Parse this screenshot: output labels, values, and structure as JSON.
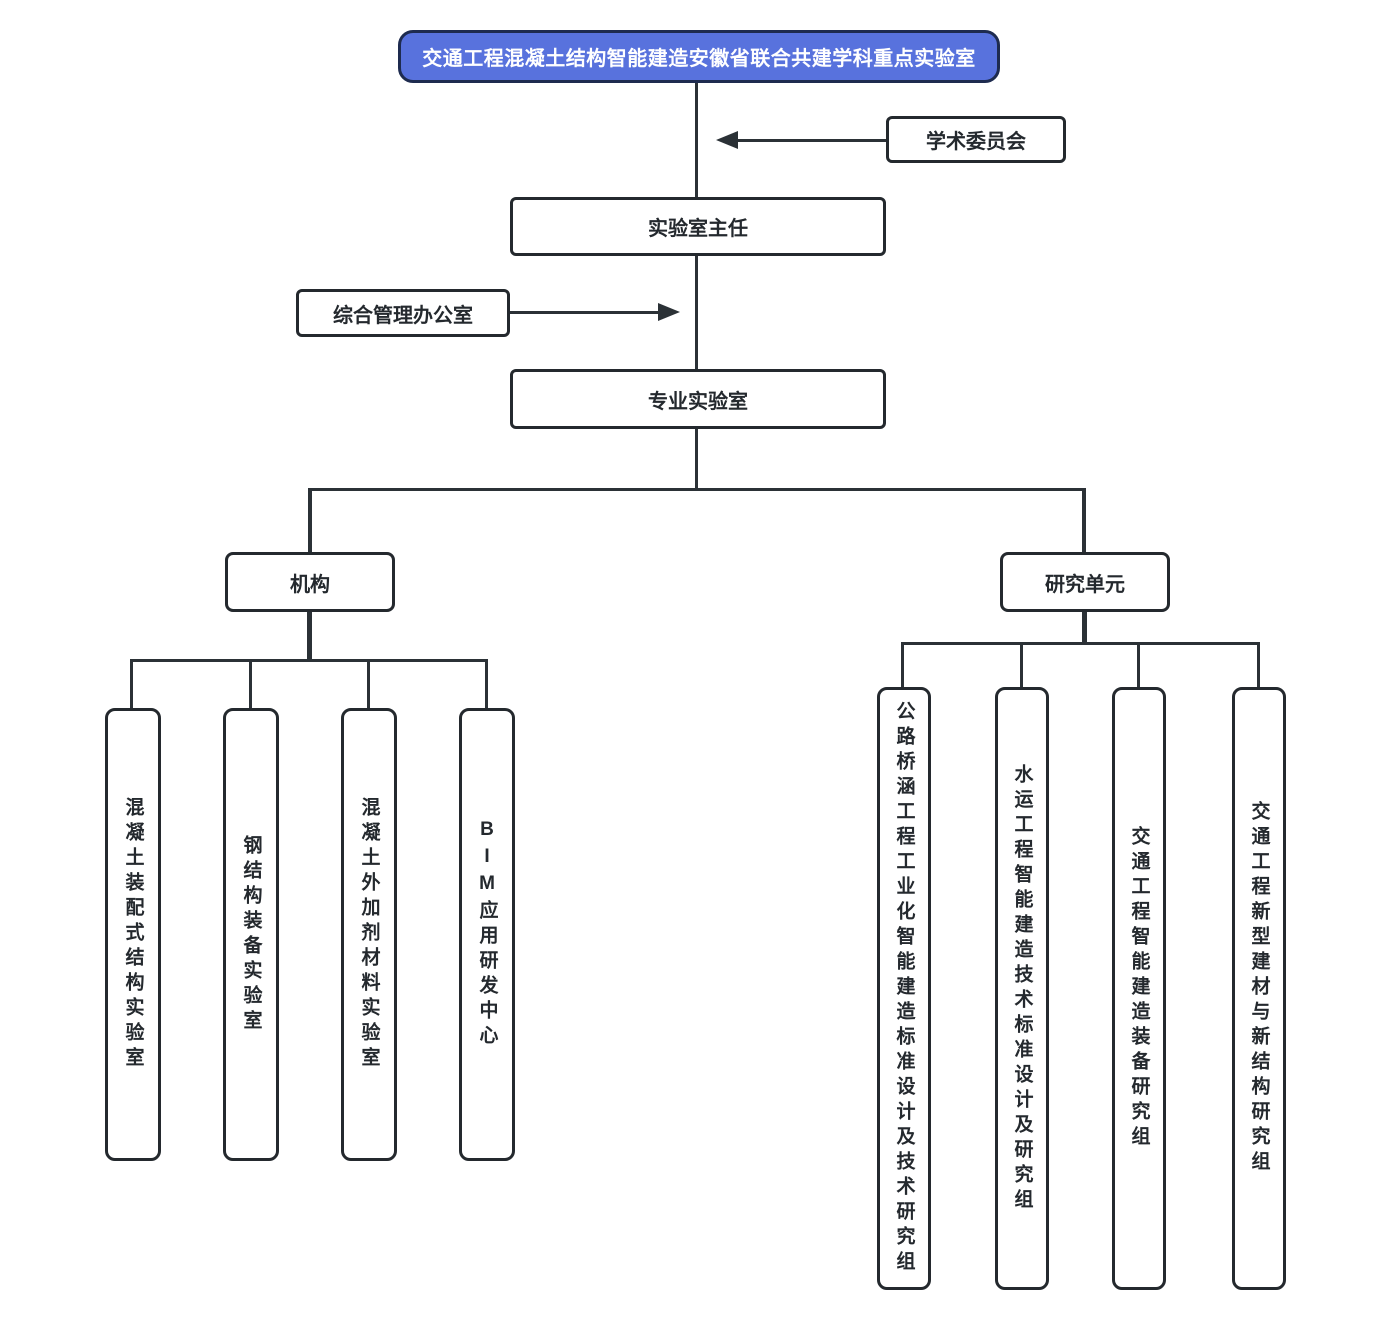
{
  "diagram_title": "交通工程混凝土结构智能建造安徽省联合共建学科重点实验室",
  "nodes": {
    "root": "交通工程混凝土结构智能建造安徽省联合共建学科重点实验室",
    "academic_committee": "学术委员会",
    "lab_director": "实验室主任",
    "admin_office": "综合管理办公室",
    "professional_lab": "专业实验室",
    "institutions_group": "机构",
    "research_group": "研究单元"
  },
  "institutions": [
    "混凝土装配式结构实验室",
    "钢结构装备实验室",
    "混凝土外加剂材料实验室",
    "BIM应用研发中心"
  ],
  "research_units": [
    "公路桥涵工程工业化智能建造标准设计及技术研究组",
    "水运工程智能建造技术标准设计及研究组",
    "交通工程智能建造装备研究组",
    "交通工程新型建材与新结构研究组"
  ],
  "colors": {
    "root_fill": "#5872dd",
    "root_border": "#1e2b4f",
    "root_text": "#ffffff",
    "box_border": "#24292e",
    "box_fill": "#ffffff",
    "line": "#2b3136",
    "text": "#24292e",
    "background": "#ffffff"
  }
}
